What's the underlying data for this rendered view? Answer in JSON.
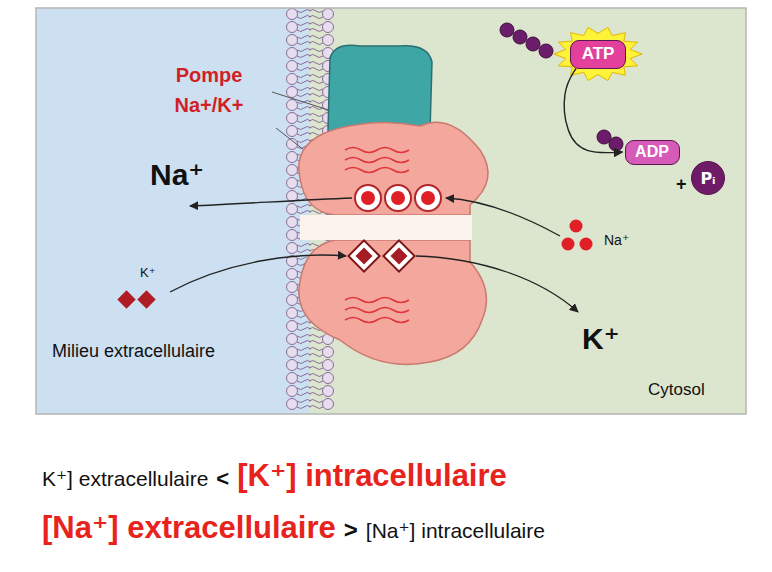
{
  "diagram": {
    "nodes": [
      {
        "text": [
          "ATP"
        ]
      },
      {
        "text": [
          "ADP"
        ]
      },
      {
        "text": [
          "Pᵢ"
        ]
      }
    ],
    "edges": [
      {
        "from": 0,
        "to": 1,
        "arrow": "to"
      }
    ],
    "labels": [
      "Pompe Na+/K+",
      "Na⁺",
      "K⁺",
      "Milieu extracellulaire",
      "Na⁺",
      "K⁺",
      "Cytosol",
      "+",
      "K⁺] extracellulaire",
      "<",
      "[K⁺] intracellulaire",
      "[Na⁺] extracellulaire",
      ">",
      "[Na⁺] intracellulaire"
    ]
  }
}
